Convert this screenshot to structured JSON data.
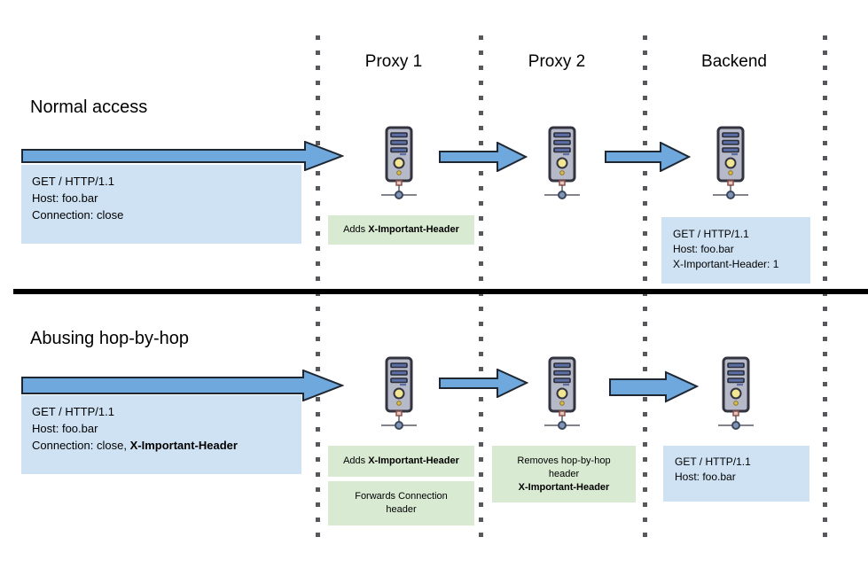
{
  "diagram": {
    "columns": [
      {
        "label": "Proxy 1"
      },
      {
        "label": "Proxy 2"
      },
      {
        "label": "Backend"
      }
    ],
    "sections": {
      "normal": {
        "title": "Normal access",
        "client_request": {
          "lines": [
            "GET / HTTP/1.1",
            "Host: foo.bar",
            "Connection: close"
          ]
        },
        "proxy1_note": {
          "prefix": "Adds ",
          "bold": "X-Important-Header"
        },
        "backend_request": {
          "lines": [
            "GET / HTTP/1.1",
            "Host: foo.bar",
            "X-Important-Header: 1"
          ]
        }
      },
      "abuse": {
        "title": "Abusing hop-by-hop",
        "client_request": {
          "line1": "GET / HTTP/1.1",
          "line2": "Host: foo.bar",
          "line3_prefix": "Connection: close, ",
          "line3_bold": "X-Important-Header"
        },
        "proxy1_note_add": {
          "prefix": "Adds ",
          "bold": "X-Important-Header"
        },
        "proxy1_note_forward": {
          "lines": [
            "Forwards Connection",
            "header"
          ]
        },
        "proxy2_note_remove": {
          "line1": "Removes hop-by-hop",
          "line2": "header",
          "bold_line": "X-Important-Header"
        },
        "backend_request": {
          "lines": [
            "GET / HTTP/1.1",
            "Host: foo.bar"
          ]
        }
      }
    },
    "colors": {
      "arrow_fill": "#6fa8dc",
      "arrow_stroke": "#1f2733",
      "request_box_bg": "#cfe2f3",
      "note_box_bg": "#d9ead3",
      "divider": "#000000",
      "dotted_line": "#58585c"
    }
  }
}
